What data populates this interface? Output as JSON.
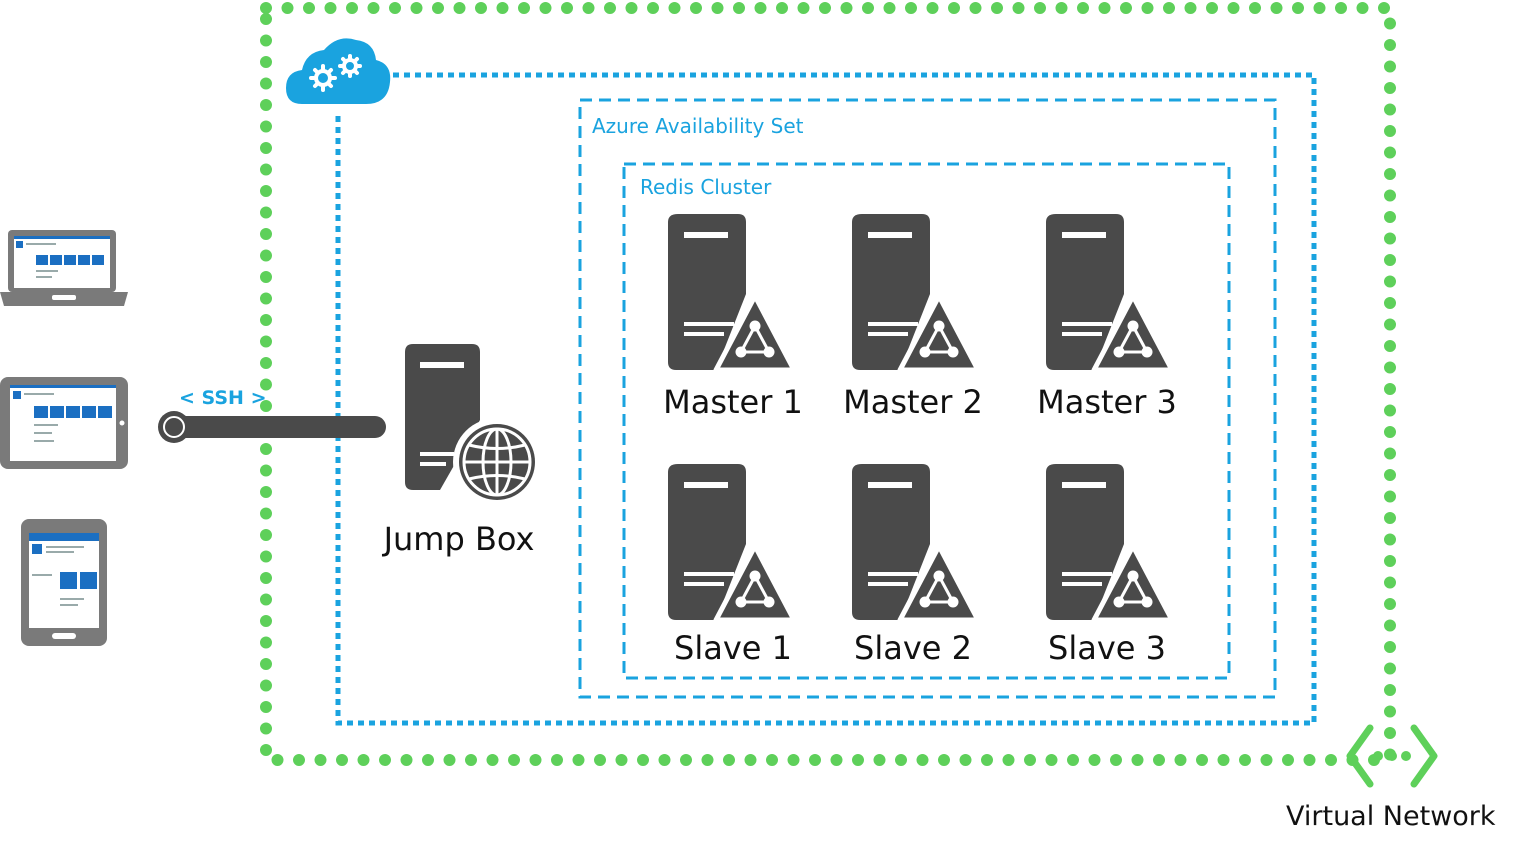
{
  "colors": {
    "vnet_dots": "#5ed05a",
    "cloud_service_border": "#1aa3df",
    "availability_set_border": "#1aa3df",
    "cluster_border": "#1aa3df",
    "server_fill": "#4a4a4a",
    "device_fill": "#7a7a7a",
    "screen_blue": "#1b6fc2",
    "cloud_fill": "#1aa3df"
  },
  "icons": {
    "cloud_service": "cloud-gear-icon",
    "jump_box": "server-globe-icon",
    "redis_node": "server-triangle-icon",
    "virtual_network": "network-brackets-icon",
    "laptop": "laptop-icon",
    "tablet_landscape": "tablet-landscape-icon",
    "tablet_portrait": "tablet-portrait-icon"
  },
  "labels": {
    "availability_set": "Azure Availability Set",
    "redis_cluster": "Redis Cluster",
    "ssh": "< SSH >",
    "jump_box": "Jump Box",
    "virtual_network": "Virtual Network"
  },
  "cluster": {
    "masters": [
      "Master 1",
      "Master 2",
      "Master 3"
    ],
    "slaves": [
      "Slave 1",
      "Slave 2",
      "Slave 3"
    ]
  }
}
